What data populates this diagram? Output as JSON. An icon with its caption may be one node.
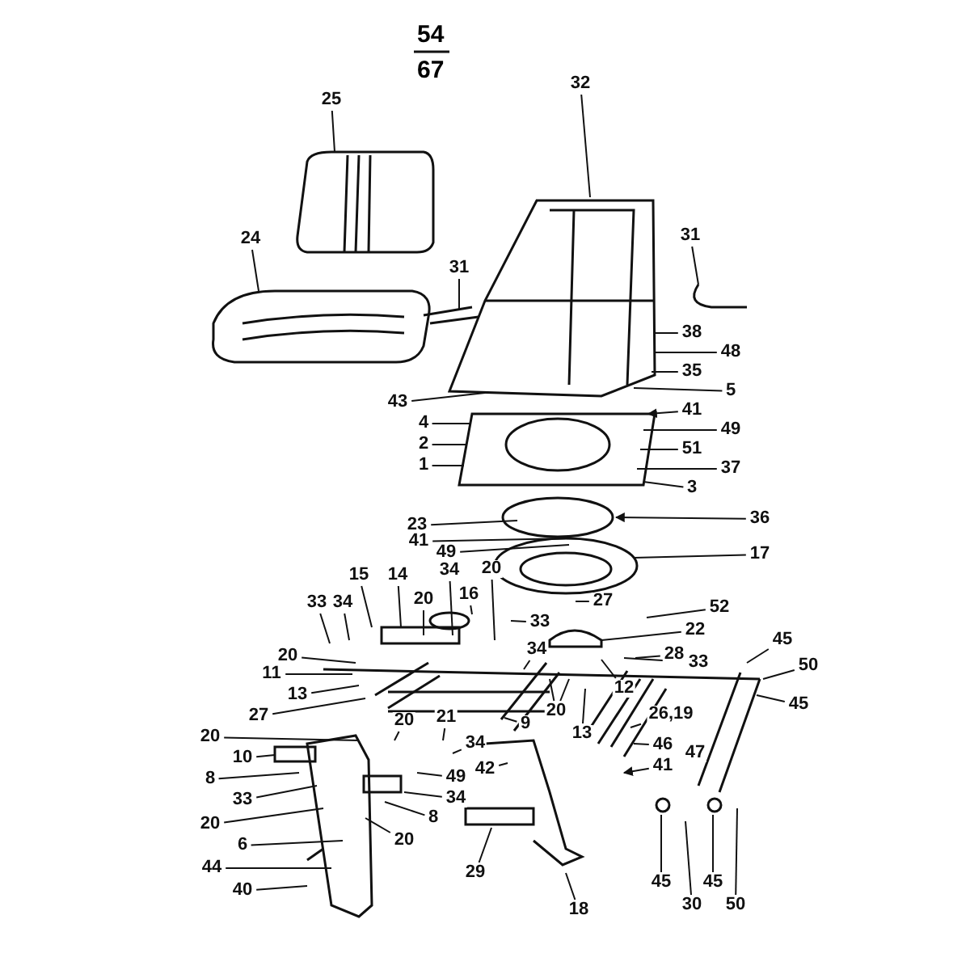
{
  "diagram": {
    "nodes": [
      {
        "text": [
          "25"
        ]
      },
      {
        "text": [
          "32"
        ]
      },
      {
        "text": [
          "24"
        ]
      },
      {
        "text": [
          "31"
        ]
      },
      {
        "text": [
          "31"
        ]
      },
      {
        "text": [
          "38"
        ]
      },
      {
        "text": [
          "48"
        ]
      },
      {
        "text": [
          "35"
        ]
      },
      {
        "text": [
          "41"
        ]
      },
      {
        "text": [
          "5"
        ]
      },
      {
        "text": [
          "43"
        ]
      },
      {
        "text": [
          "49"
        ]
      },
      {
        "text": [
          "51"
        ]
      },
      {
        "text": [
          "37"
        ]
      },
      {
        "text": [
          "4"
        ]
      },
      {
        "text": [
          "2"
        ]
      },
      {
        "text": [
          "3"
        ]
      },
      {
        "text": [
          "1"
        ]
      },
      {
        "text": [
          "23"
        ]
      },
      {
        "text": [
          "36"
        ]
      },
      {
        "text": [
          "41"
        ]
      },
      {
        "text": [
          "49"
        ]
      },
      {
        "text": [
          "17"
        ]
      },
      {
        "text": [
          "15"
        ]
      },
      {
        "text": [
          "14"
        ]
      },
      {
        "text": [
          "34"
        ]
      },
      {
        "text": [
          "20"
        ]
      },
      {
        "text": [
          "33"
        ]
      },
      {
        "text": [
          "33"
        ]
      },
      {
        "text": [
          "34"
        ]
      },
      {
        "text": [
          "20"
        ]
      },
      {
        "text": [
          "16"
        ]
      },
      {
        "text": [
          "27"
        ]
      },
      {
        "text": [
          "52"
        ]
      },
      {
        "text": [
          "22"
        ]
      },
      {
        "text": [
          "28"
        ]
      },
      {
        "text": [
          "34"
        ]
      },
      {
        "text": [
          "20"
        ]
      },
      {
        "text": [
          "11"
        ]
      },
      {
        "text": [
          "13"
        ]
      },
      {
        "text": [
          "33"
        ]
      },
      {
        "text": [
          "45"
        ]
      },
      {
        "text": [
          "50"
        ]
      },
      {
        "text": [
          "45"
        ]
      },
      {
        "text": [
          "27"
        ]
      },
      {
        "text": [
          "20"
        ]
      },
      {
        "text": [
          "12"
        ]
      },
      {
        "text": [
          "13"
        ]
      },
      {
        "text": [
          "26,19"
        ]
      },
      {
        "text": [
          "9"
        ]
      },
      {
        "text": [
          "20"
        ]
      },
      {
        "text": [
          "20"
        ]
      },
      {
        "text": [
          "21"
        ]
      },
      {
        "text": [
          "10"
        ]
      },
      {
        "text": [
          "34"
        ]
      },
      {
        "text": [
          "8"
        ]
      },
      {
        "text": [
          "33"
        ]
      },
      {
        "text": [
          "49"
        ]
      },
      {
        "text": [
          "42"
        ]
      },
      {
        "text": [
          "20"
        ]
      },
      {
        "text": [
          "34"
        ]
      },
      {
        "text": [
          "8"
        ]
      },
      {
        "text": [
          "46"
        ]
      },
      {
        "text": [
          "41"
        ]
      },
      {
        "text": [
          "6"
        ]
      },
      {
        "text": [
          "20"
        ]
      },
      {
        "text": [
          "44"
        ]
      },
      {
        "text": [
          "40"
        ]
      },
      {
        "text": [
          "29"
        ]
      },
      {
        "text": [
          "18"
        ]
      },
      {
        "text": [
          "45"
        ]
      },
      {
        "text": [
          "30"
        ]
      },
      {
        "text": [
          "45"
        ]
      },
      {
        "text": [
          "50"
        ]
      },
      {
        "text": [
          "47"
        ]
      }
    ],
    "edges": [
      {
        "from": 0,
        "to": null,
        "arrow": "none"
      },
      {
        "from": 1,
        "to": null,
        "arrow": "none"
      },
      {
        "from": 2,
        "to": null,
        "arrow": "none"
      },
      {
        "from": 3,
        "to": null,
        "arrow": "none"
      },
      {
        "from": 4,
        "to": null,
        "arrow": "none"
      },
      {
        "from": 5,
        "to": null,
        "arrow": "none"
      },
      {
        "from": 6,
        "to": null,
        "arrow": "none"
      },
      {
        "from": 7,
        "to": null,
        "arrow": "none"
      },
      {
        "from": 8,
        "to": null,
        "arrow": "to"
      },
      {
        "from": 9,
        "to": null,
        "arrow": "none"
      },
      {
        "from": 10,
        "to": null,
        "arrow": "none"
      },
      {
        "from": 11,
        "to": null,
        "arrow": "none"
      },
      {
        "from": 12,
        "to": null,
        "arrow": "none"
      },
      {
        "from": 13,
        "to": null,
        "arrow": "none"
      },
      {
        "from": 14,
        "to": null,
        "arrow": "none"
      },
      {
        "from": 15,
        "to": null,
        "arrow": "none"
      },
      {
        "from": 16,
        "to": null,
        "arrow": "none"
      },
      {
        "from": 17,
        "to": null,
        "arrow": "none"
      },
      {
        "from": 18,
        "to": null,
        "arrow": "none"
      },
      {
        "from": 19,
        "to": null,
        "arrow": "to"
      },
      {
        "from": 20,
        "to": null,
        "arrow": "none"
      },
      {
        "from": 21,
        "to": null,
        "arrow": "none"
      },
      {
        "from": 22,
        "to": null,
        "arrow": "none"
      },
      {
        "from": 23,
        "to": null,
        "arrow": "none"
      },
      {
        "from": 24,
        "to": null,
        "arrow": "none"
      },
      {
        "from": 25,
        "to": null,
        "arrow": "none"
      },
      {
        "from": 26,
        "to": null,
        "arrow": "none"
      },
      {
        "from": 27,
        "to": null,
        "arrow": "none"
      },
      {
        "from": 28,
        "to": null,
        "arrow": "none"
      },
      {
        "from": 29,
        "to": null,
        "arrow": "none"
      },
      {
        "from": 30,
        "to": null,
        "arrow": "none"
      },
      {
        "from": 31,
        "to": null,
        "arrow": "none"
      },
      {
        "from": 32,
        "to": null,
        "arrow": "none"
      },
      {
        "from": 33,
        "to": null,
        "arrow": "none"
      },
      {
        "from": 34,
        "to": null,
        "arrow": "none"
      },
      {
        "from": 35,
        "to": null,
        "arrow": "none"
      },
      {
        "from": 36,
        "to": null,
        "arrow": "none"
      },
      {
        "from": 37,
        "to": null,
        "arrow": "none"
      },
      {
        "from": 38,
        "to": null,
        "arrow": "none"
      },
      {
        "from": 39,
        "to": null,
        "arrow": "none"
      },
      {
        "from": 40,
        "to": null,
        "arrow": "none"
      },
      {
        "from": 41,
        "to": null,
        "arrow": "none"
      },
      {
        "from": 42,
        "to": null,
        "arrow": "none"
      },
      {
        "from": 43,
        "to": null,
        "arrow": "none"
      },
      {
        "from": 44,
        "to": null,
        "arrow": "none"
      },
      {
        "from": 45,
        "to": null,
        "arrow": "none"
      },
      {
        "from": 45,
        "to": null,
        "arrow": "none"
      },
      {
        "from": 46,
        "to": null,
        "arrow": "none"
      },
      {
        "from": 47,
        "to": null,
        "arrow": "none"
      },
      {
        "from": 48,
        "to": null,
        "arrow": "none"
      },
      {
        "from": 49,
        "to": null,
        "arrow": "none"
      },
      {
        "from": 50,
        "to": null,
        "arrow": "none"
      },
      {
        "from": 51,
        "to": null,
        "arrow": "none"
      },
      {
        "from": 52,
        "to": null,
        "arrow": "none"
      },
      {
        "from": 53,
        "to": null,
        "arrow": "none"
      },
      {
        "from": 54,
        "to": null,
        "arrow": "none"
      },
      {
        "from": 55,
        "to": null,
        "arrow": "none"
      },
      {
        "from": 56,
        "to": null,
        "arrow": "none"
      },
      {
        "from": 57,
        "to": null,
        "arrow": "none"
      },
      {
        "from": 58,
        "to": null,
        "arrow": "none"
      },
      {
        "from": 59,
        "to": null,
        "arrow": "none"
      },
      {
        "from": 60,
        "to": null,
        "arrow": "none"
      },
      {
        "from": 61,
        "to": null,
        "arrow": "none"
      },
      {
        "from": 62,
        "to": null,
        "arrow": "none"
      },
      {
        "from": 63,
        "to": null,
        "arrow": "to"
      },
      {
        "from": 64,
        "to": null,
        "arrow": "none"
      },
      {
        "from": 65,
        "to": null,
        "arrow": "none"
      },
      {
        "from": 66,
        "to": null,
        "arrow": "none"
      },
      {
        "from": 67,
        "to": null,
        "arrow": "none"
      },
      {
        "from": 68,
        "to": null,
        "arrow": "none"
      },
      {
        "from": 69,
        "to": null,
        "arrow": "none"
      },
      {
        "from": 70,
        "to": null,
        "arrow": "none"
      },
      {
        "from": 71,
        "to": null,
        "arrow": "none"
      },
      {
        "from": 72,
        "to": null,
        "arrow": "none"
      },
      {
        "from": 73,
        "to": null,
        "arrow": "none"
      }
    ],
    "labels": [
      "54",
      "67"
    ]
  }
}
